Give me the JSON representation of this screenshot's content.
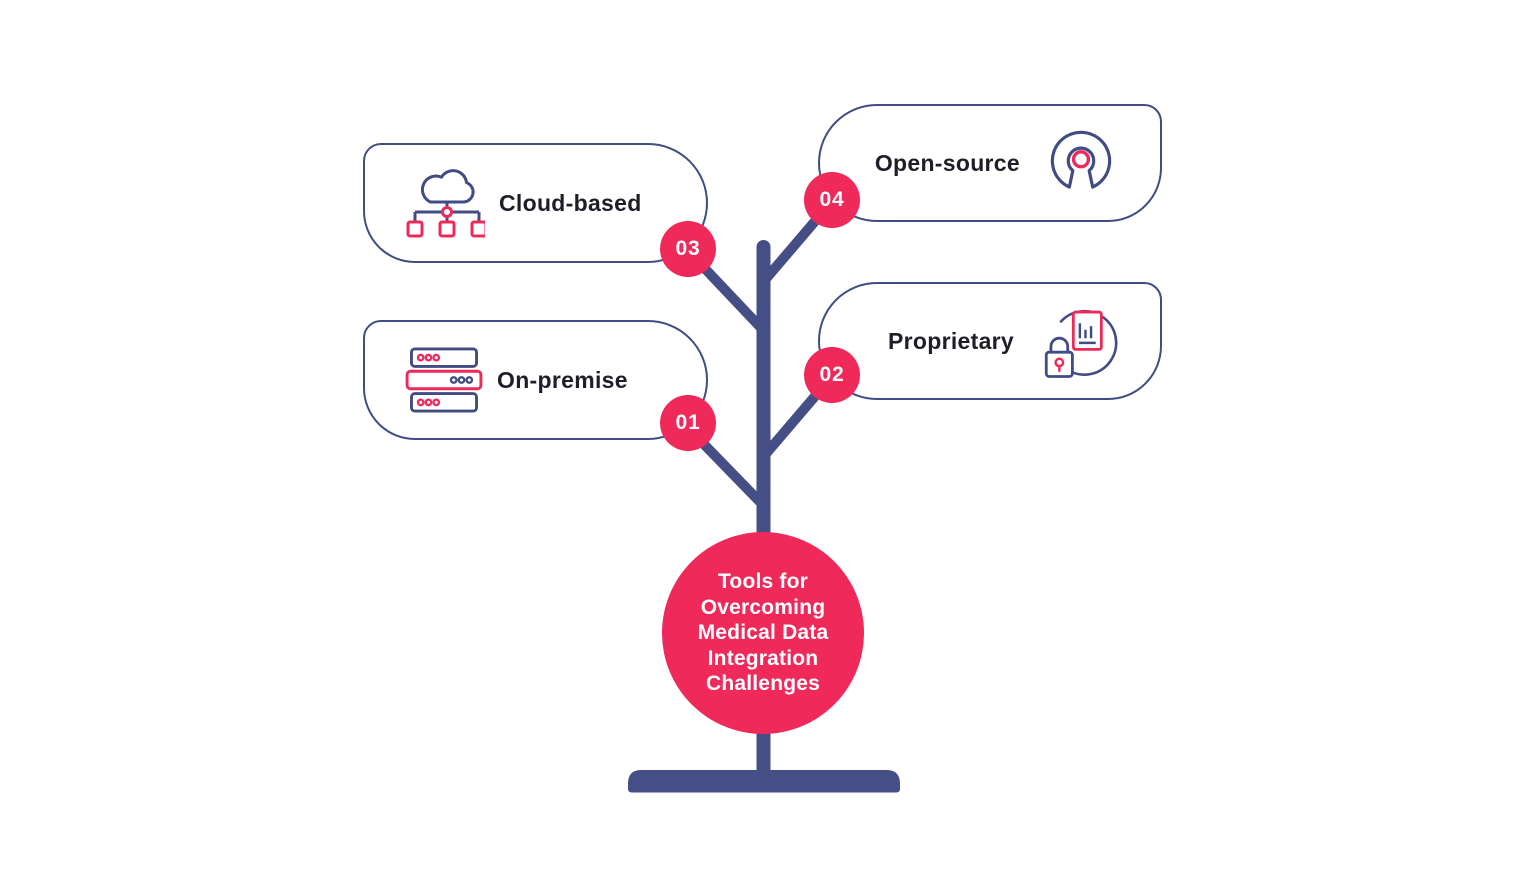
{
  "page": {
    "background": "#FFFFFF"
  },
  "center_circle": {
    "title": "Tools for Overcoming Medical Data Integration Challenges",
    "text_lines": [
      "Tools for",
      "Overcoming",
      "Medical Data",
      "Integration",
      "Challenges"
    ],
    "fill_color": "#F0295B",
    "text_color": "#FFFFFF"
  },
  "cards": {
    "on_premise": {
      "badge": "01",
      "label": "On-premise",
      "icon": "server-stack-icon"
    },
    "proprietary": {
      "badge": "02",
      "label": "Proprietary",
      "icon": "lock-document-icon"
    },
    "cloud_based": {
      "badge": "03",
      "label": "Cloud-based",
      "icon": "cloud-network-icon"
    },
    "open_source": {
      "badge": "04",
      "label": "Open-source",
      "icon": "open-source-icon"
    }
  },
  "colors": {
    "accent_pink": "#F0295B",
    "line_navy": "#454E85",
    "card_border_navy": "#414C85",
    "label_text": "#1E1E28",
    "badge_text": "#FFFFFF"
  }
}
